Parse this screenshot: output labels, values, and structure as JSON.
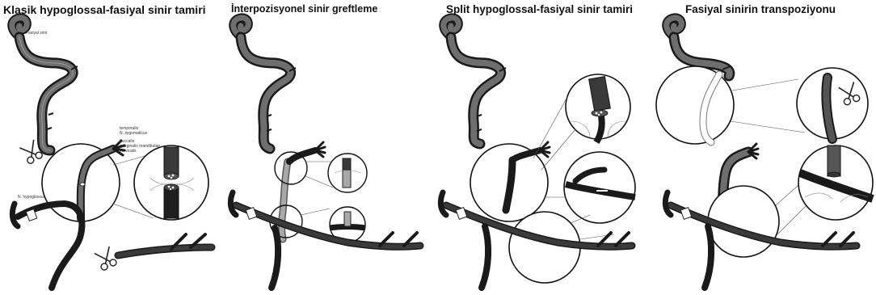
{
  "panels": [
    {
      "title": "Klasik hypoglossal-fasiyal sinir tamiri"
    },
    {
      "title": "İnterpozisyonel sinir greftleme"
    },
    {
      "title": "Split hypoglossal-fasiyal sinir tamiri"
    },
    {
      "title": "Fasiyal sinirin transpoziyonu"
    }
  ],
  "labels": {
    "facial_nerve": "Fasiyal sinir",
    "hypoglossal_nerve": "N. hypoglossus",
    "branch_1": "temporalis",
    "branch_2": "N. zygomaticus",
    "branch_3": "buccalis",
    "branch_4": "marginalis mandibulae",
    "branch_5": "cervicalis"
  },
  "colors": {
    "nerve_dark": "#3a3a3a",
    "nerve_grey": "#6e6e6e",
    "nerve_outline": "#1a1a1a",
    "graft": "#a8a8a8",
    "background": "#ffffff"
  }
}
